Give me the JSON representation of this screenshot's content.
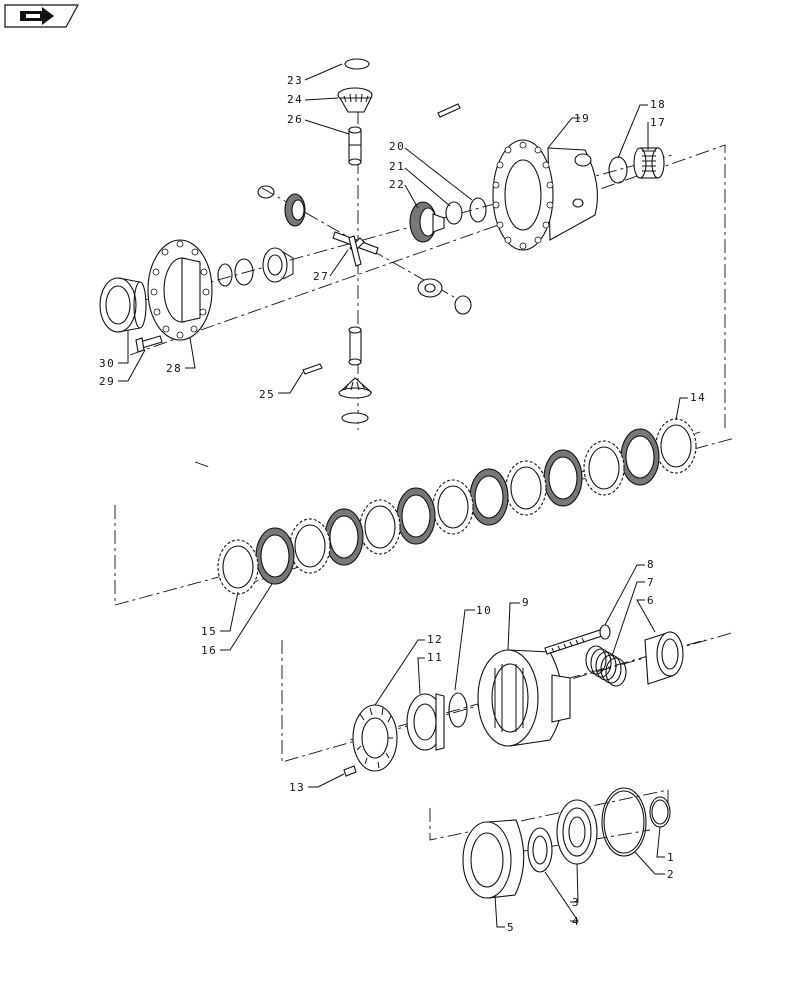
{
  "callouts": {
    "c1": "1",
    "c2": "2",
    "c3": "3",
    "c4": "4",
    "c5": "5",
    "c6": "6",
    "c7": "7",
    "c8": "8",
    "c9": "9",
    "c10": "10",
    "c11": "11",
    "c12": "12",
    "c13": "13",
    "c14": "14",
    "c15": "15",
    "c16": "16",
    "c17": "17",
    "c18": "18",
    "c19": "19",
    "c20": "20",
    "c21": "21",
    "c22": "22",
    "c23": "23",
    "c24": "24",
    "c25": "25",
    "c26": "26",
    "c27": "27",
    "c28": "28",
    "c29": "29",
    "c30": "30"
  },
  "icons": {
    "navigation": "arrow-forward-icon"
  },
  "colors": {
    "line": "#111111",
    "friction_disc": "#777777",
    "background": "#ffffff"
  }
}
